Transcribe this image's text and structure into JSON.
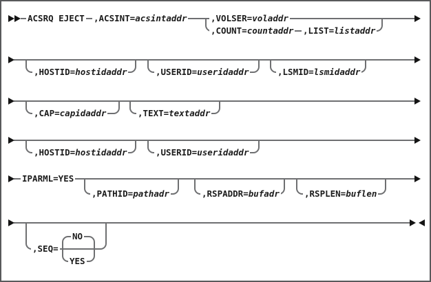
{
  "figure": {
    "type": "syntax-railroad-diagram",
    "command": "ACSRQ EJECT",
    "colors": {
      "rail": "#6e6f71",
      "text": "#1b1b1b",
      "arrow": "#141414",
      "background": "#ffffff",
      "border": "#58595b"
    }
  },
  "tokens": {
    "kw": "ACSRQ EJECT",
    "acsint_pre": ",ACSINT=",
    "acsint_var": "acsintaddr",
    "volser_pre": ",VOLSER=",
    "volser_var": "voladdr",
    "count_pre": ",COUNT=",
    "count_var": "countaddr",
    "list_pre": ",LIST=",
    "list_var": "listaddr",
    "hostid_pre": ",HOSTID=",
    "hostid_var": "hostidaddr",
    "userid_pre": ",USERID=",
    "userid_var": "useridaddr",
    "lsmid_pre": ",LSMID=",
    "lsmid_var": "lsmidaddr",
    "cap_pre": ",CAP=",
    "cap_var": "capidaddr",
    "text_pre": ",TEXT=",
    "text_var": "textaddr",
    "hostid2_pre": ",HOSTID=",
    "hostid2_var": "hostidaddr",
    "userid2_pre": ",USERID=",
    "userid2_var": "useridaddr",
    "iparml": "IPARML=YES",
    "pathid_pre": ",PATHID=",
    "pathid_var": "pathadr",
    "rspaddr_pre": ",RSPADDR=",
    "rspaddr_var": "bufadr",
    "rsplen_pre": ",RSPLEN=",
    "rsplen_var": "buflen",
    "seq": ",SEQ=",
    "seq_no": "NO",
    "seq_yes": "YES"
  }
}
